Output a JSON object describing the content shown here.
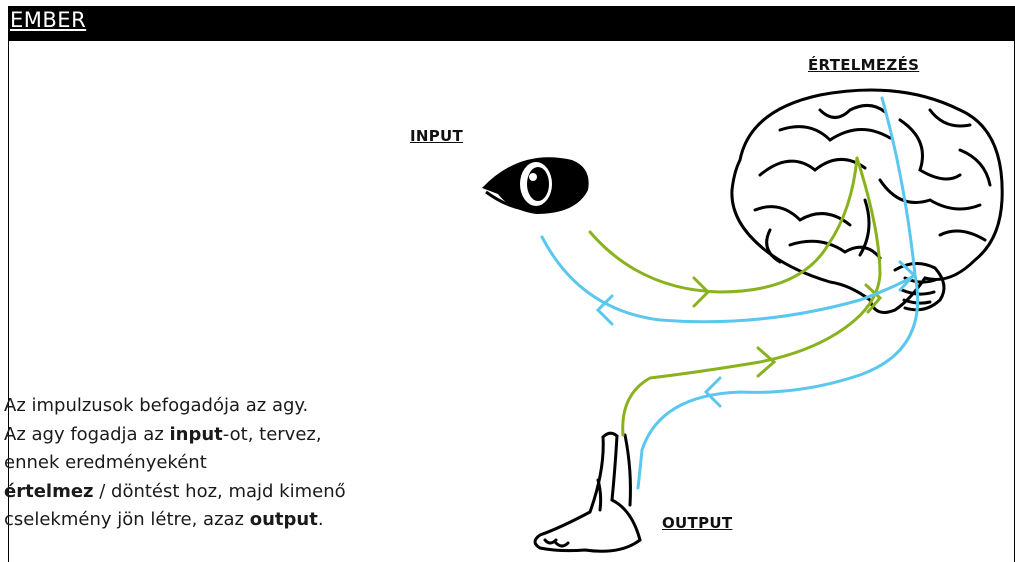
{
  "header": {
    "title": "EMBER"
  },
  "diagram": {
    "labels": {
      "input": "INPUT",
      "interpretation": "ÉRTELMEZÉS",
      "output": "OUTPUT"
    },
    "colors": {
      "afferent": "#8ab21e",
      "efferent": "#5bc7ef",
      "ink": "#000000"
    }
  },
  "description": {
    "line1": "Az impulzusok befogadója az agy.",
    "line2_pre": "Az agy fogadja az ",
    "line2_bold": "input",
    "line2_post": "-ot, tervez,",
    "line3": "ennek eredményeként",
    "line4_bold": "értelmez",
    "line4_post": " / döntést hoz, majd kimenő",
    "line5_pre": "cselekmény jön létre, azaz ",
    "line5_bold": "output",
    "line5_post": "."
  }
}
